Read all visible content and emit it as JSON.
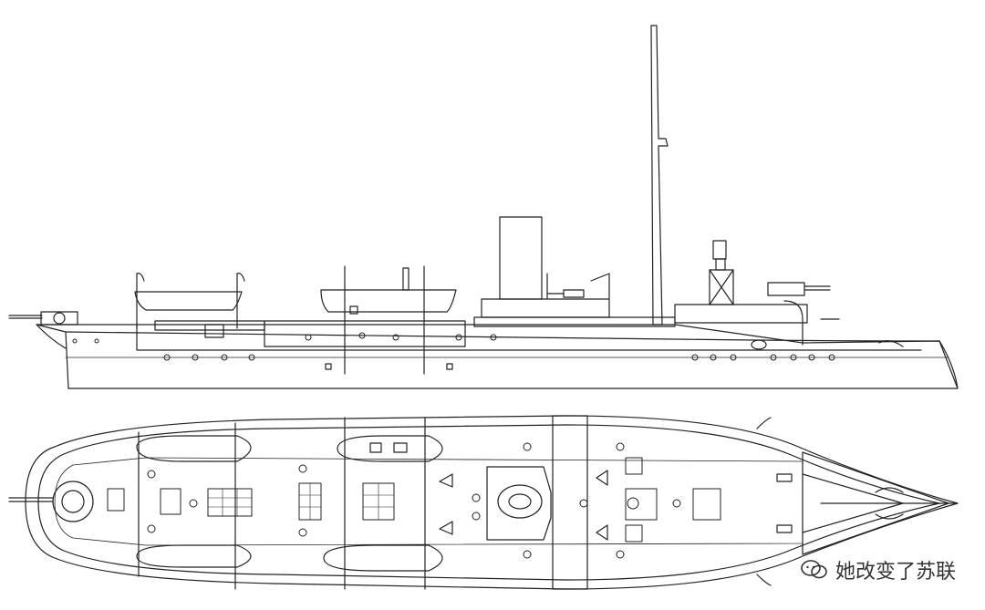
{
  "image": {
    "subject": "warship",
    "side_view_name": "profile-view",
    "top_view_name": "deck-plan-view"
  },
  "watermark": {
    "text": "她改变了苏联",
    "icon": "wechat-icon"
  }
}
